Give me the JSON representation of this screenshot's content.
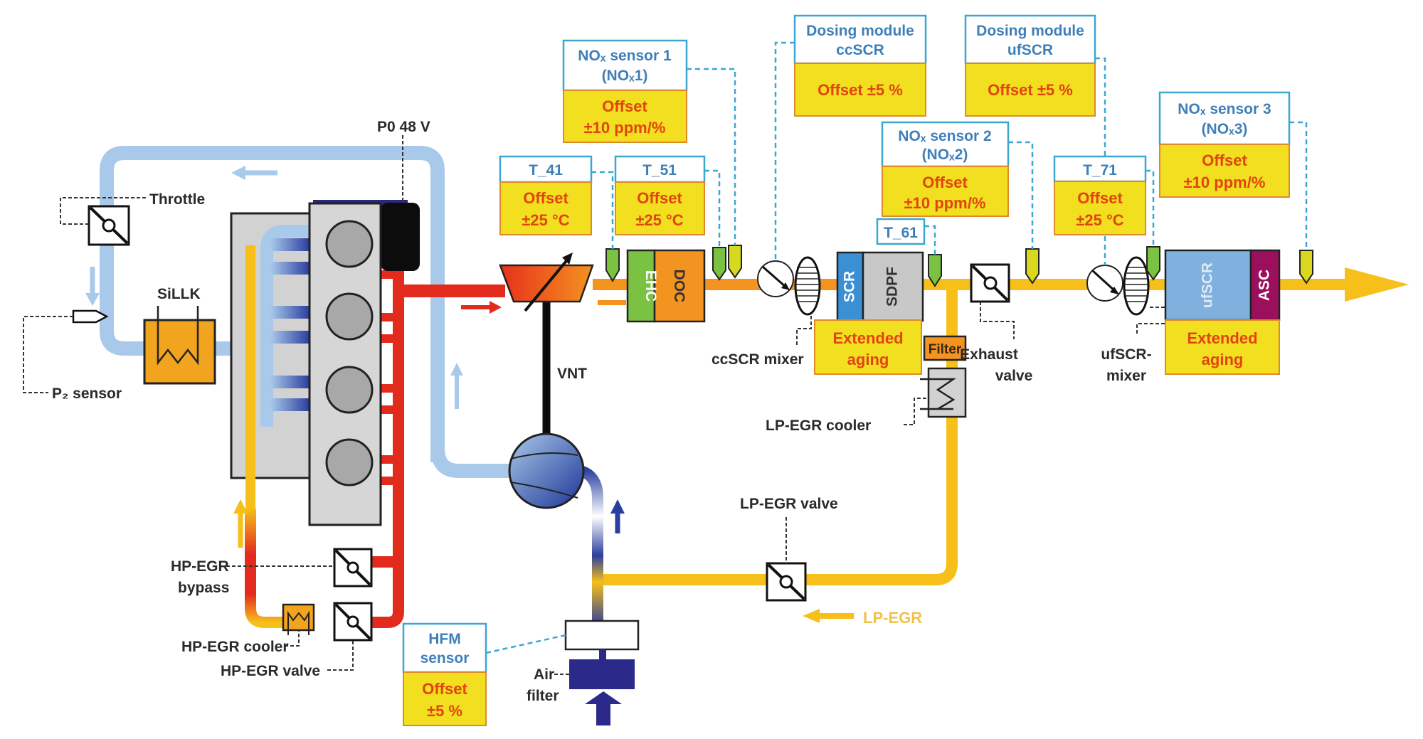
{
  "diagram": {
    "type": "engine-air-and-exhaust-system-schematic",
    "colors": {
      "fresh_air": "#a9c9ea",
      "charge_air_dark": "#2b3f9e",
      "exhaust_hot": "#e32b1d",
      "exhaust_post_turbine": "#f39320",
      "egr_gas": "#f6bf1a",
      "offset_box_fill": "#f2df1f",
      "offset_text": "#e2440f",
      "sensor_label_blue": "#3f7fb8",
      "sensor_frame": "#3aa7d2",
      "ehc_green": "#7cc242",
      "doc_orange": "#f39320",
      "scr_blue": "#3b8fd4",
      "sdpf_gray": "#c8c8c8",
      "ufscr_light_blue": "#7fb0de",
      "asc_purple": "#9c0f5c"
    },
    "components": {
      "throttle": "Throttle",
      "sillk": "SiLLK",
      "p2_sensor": "P₂ sensor",
      "p0_48v": "P0 48 V",
      "vnt": "VNT",
      "ehc": "EHC",
      "doc": "DOC",
      "scr": "SCR",
      "sdpf": "SDPF",
      "ufscr": "ufSCR",
      "asc": "ASC",
      "filter": "Filter",
      "ccscr_mixer": "ccSCR mixer",
      "exhaust_valve_line1": "Exhaust",
      "exhaust_valve_line2": "valve",
      "ufscr_mixer_line1": "ufSCR-",
      "ufscr_mixer_line2": "mixer",
      "lp_egr_cooler": "LP-EGR cooler",
      "lp_egr_valve": "LP-EGR valve",
      "lp_egr": "LP-EGR",
      "hp_egr_bypass_line1": "HP-EGR",
      "hp_egr_bypass_line2": "bypass",
      "hp_egr_cooler": "HP-EGR cooler",
      "hp_egr_valve": "HP-EGR valve",
      "air_filter_line1": "Air",
      "air_filter_line2": "filter"
    },
    "sensor_boxes": [
      {
        "id": "nox1",
        "title_line1": "NOₓ sensor 1",
        "title_line2": "(NOₓ1)",
        "offset_line1": "Offset",
        "offset_line2": "±10 ppm/%"
      },
      {
        "id": "t41",
        "title_line1": "T_41",
        "title_line2": "",
        "offset_line1": "Offset",
        "offset_line2": "±25 °C"
      },
      {
        "id": "t51",
        "title_line1": "T_51",
        "title_line2": "",
        "offset_line1": "Offset",
        "offset_line2": "±25 °C"
      },
      {
        "id": "dosing_ccscr",
        "title_line1": "Dosing module",
        "title_line2": "ccSCR",
        "offset_line1": "Offset ±5 %",
        "offset_line2": ""
      },
      {
        "id": "dosing_ufscr",
        "title_line1": "Dosing module",
        "title_line2": "ufSCR",
        "offset_line1": "Offset ±5 %",
        "offset_line2": ""
      },
      {
        "id": "nox2",
        "title_line1": "NOₓ sensor 2",
        "title_line2": "(NOₓ2)",
        "offset_line1": "Offset",
        "offset_line2": "±10 ppm/%"
      },
      {
        "id": "t61",
        "title_line1": "T_61",
        "title_line2": "",
        "offset_line1": "",
        "offset_line2": ""
      },
      {
        "id": "t71",
        "title_line1": "T_71",
        "title_line2": "",
        "offset_line1": "Offset",
        "offset_line2": "±25 °C"
      },
      {
        "id": "nox3",
        "title_line1": "NOₓ sensor 3",
        "title_line2": "(NOₓ3)",
        "offset_line1": "Offset",
        "offset_line2": "±10 ppm/%"
      },
      {
        "id": "hfm",
        "title_line1": "HFM",
        "title_line2": "sensor",
        "offset_line1": "Offset",
        "offset_line2": "±5 %"
      }
    ],
    "aging_boxes": [
      {
        "id": "ccscr_aging",
        "line1": "Extended",
        "line2": "aging"
      },
      {
        "id": "ufscr_aging",
        "line1": "Extended",
        "line2": "aging"
      }
    ]
  }
}
